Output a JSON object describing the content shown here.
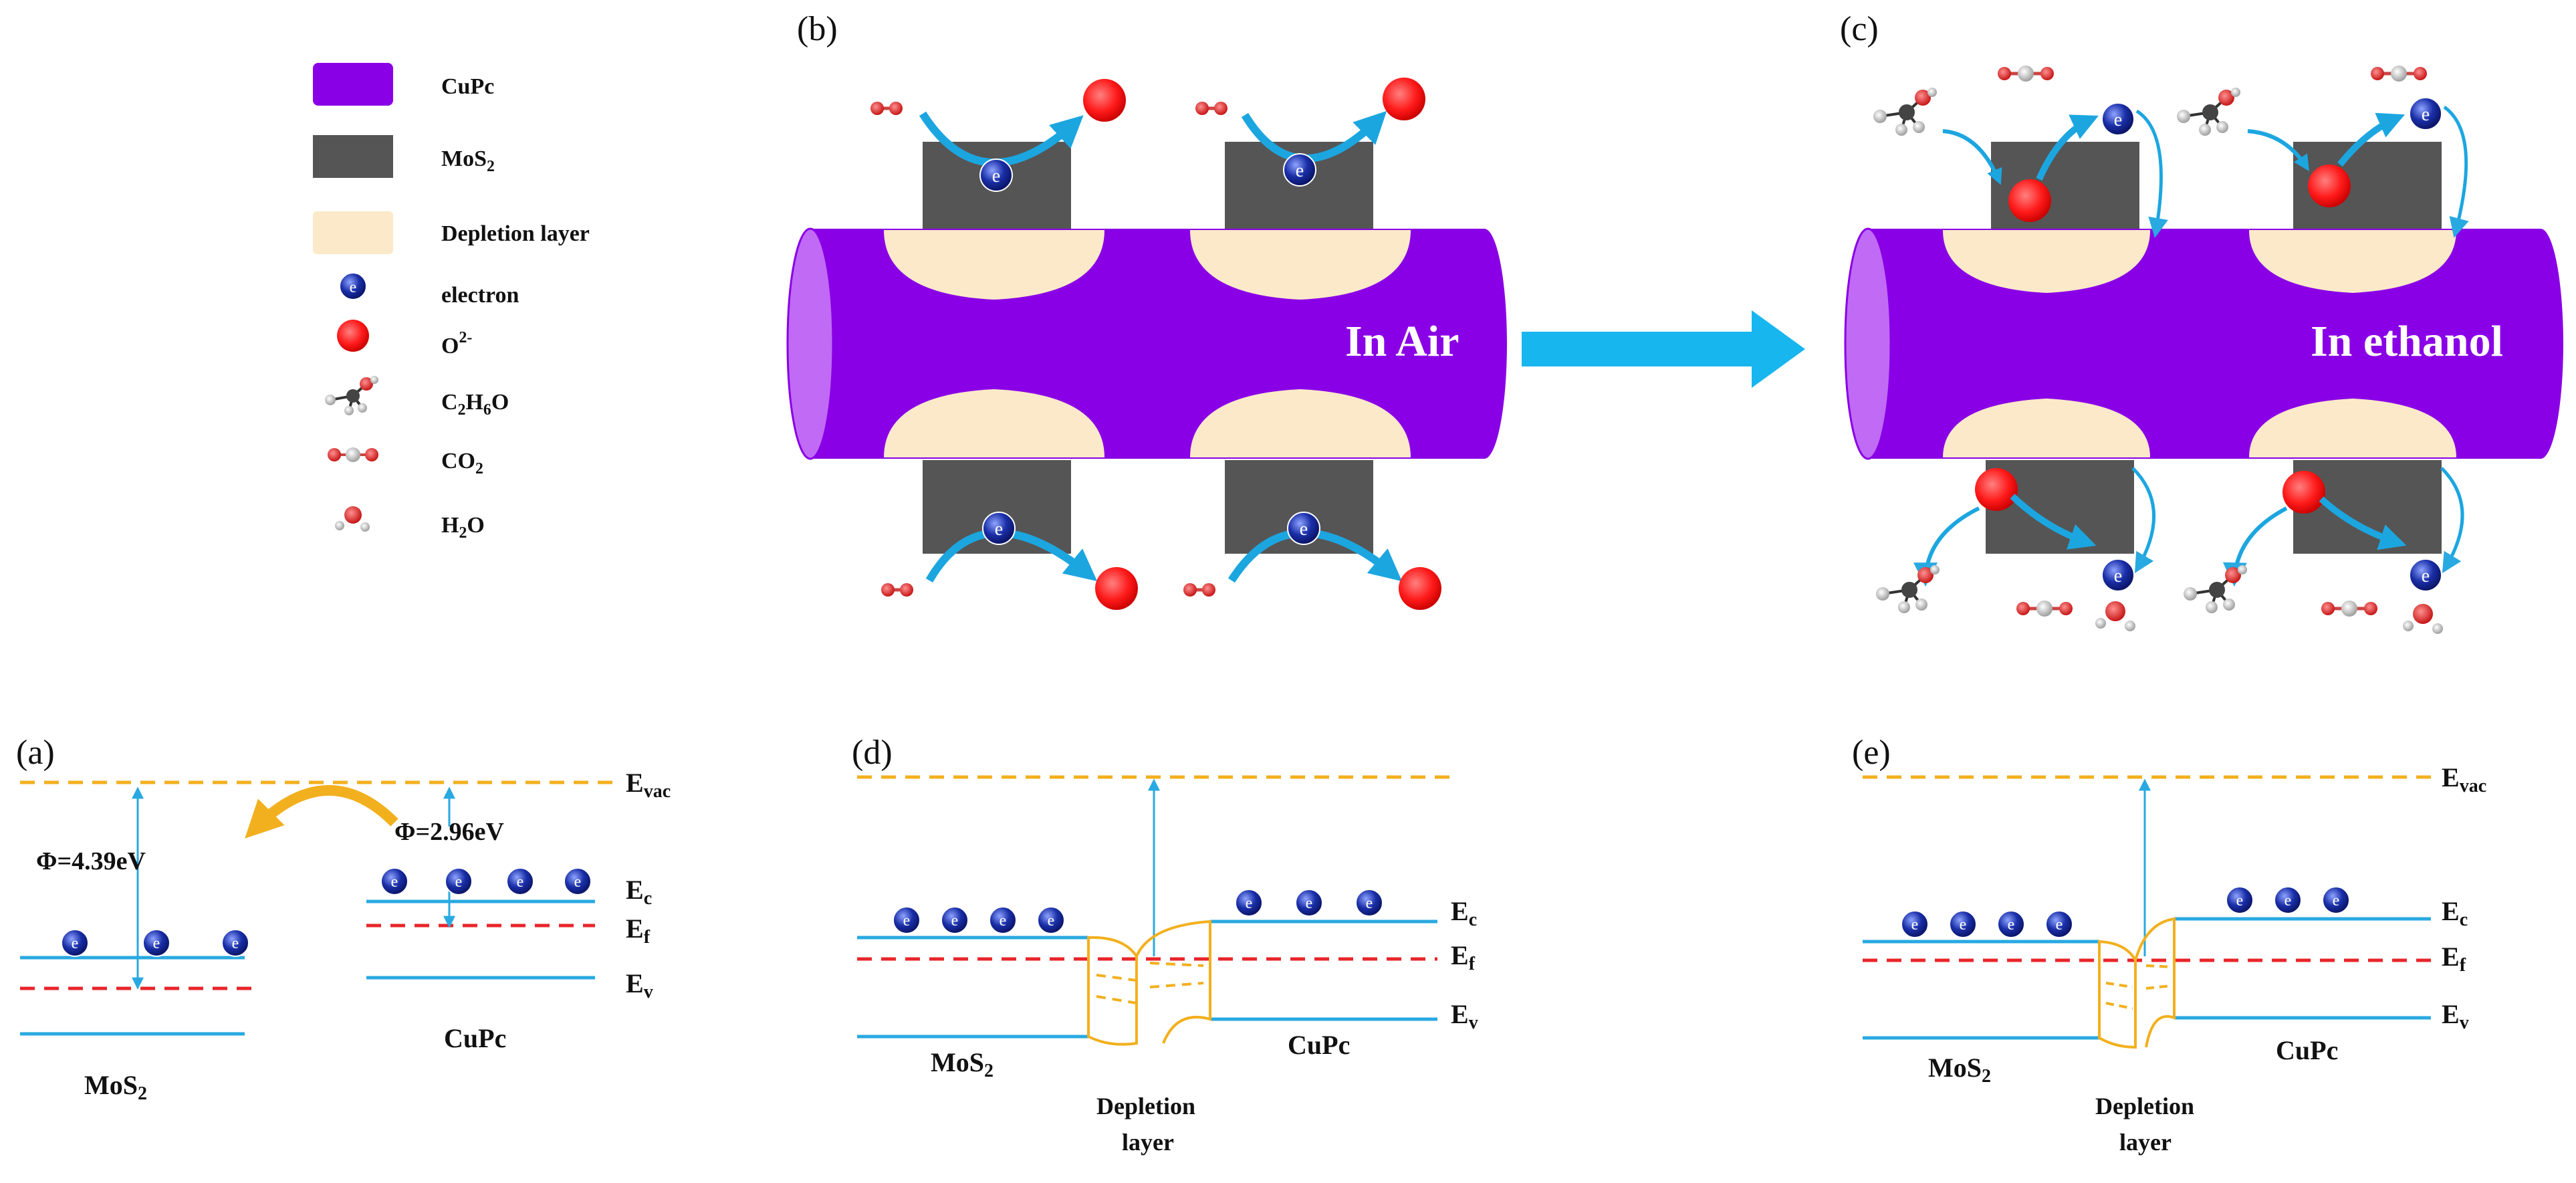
{
  "panels": {
    "a": "(a)",
    "b": "(b)",
    "c": "(c)",
    "d": "(d)",
    "e": "(e)"
  },
  "legend": {
    "cupc": "CuPc",
    "mos2_base": "MoS",
    "mos2_sub": "2",
    "depletion": "Depletion layer",
    "electron": "electron",
    "oxygen_base": "O",
    "oxygen_sup": "2-",
    "ethanol_c": "C",
    "ethanol_2": "2",
    "ethanol_h": "H",
    "ethanol_6": "6",
    "ethanol_o": "O",
    "co2_base": "CO",
    "co2_sub": "2",
    "h2o_h": "H",
    "h2o_2": "2",
    "h2o_o": "O"
  },
  "environment": {
    "air": "In Air",
    "ethanol": "In ethanol"
  },
  "electron_symbol": "e",
  "bands": {
    "evac_base": "E",
    "evac_sub": "vac",
    "ec_base": "E",
    "ec_sub": "c",
    "ef_base": "E",
    "ef_sub": "f",
    "ev_base": "E",
    "ev_sub": "v",
    "phi_mos2": "Φ=4.39eV",
    "phi_cupc": "Φ=2.96eV",
    "mos2_base": "MoS",
    "mos2_sub": "2",
    "cupc": "CuPc",
    "depletion_1": "Depletion",
    "depletion_2": "layer"
  },
  "colors": {
    "cupc": "#8a00e6",
    "cupc_end": "#c06af5",
    "mos2": "#555555",
    "depletion": "#fbe9c9",
    "electron": "#1a2fa8",
    "oxygen": "#ff1a1a",
    "arrow": "#1ca6e0",
    "evac": "#f2b01e",
    "band": "#29a9e1",
    "fermi": "#e8252a",
    "depletion_curve": "#f2b01e"
  }
}
